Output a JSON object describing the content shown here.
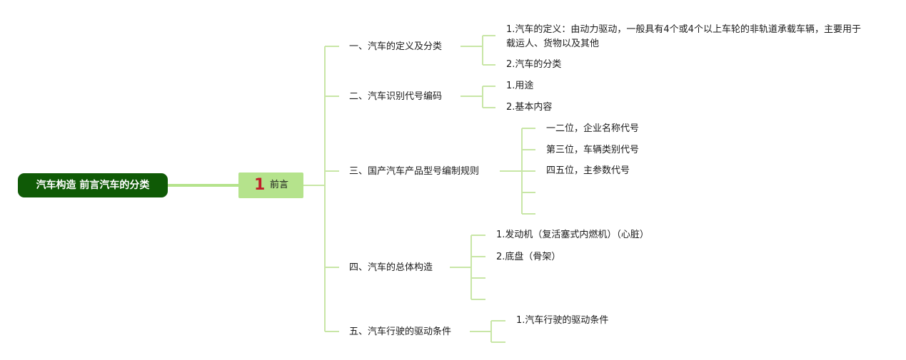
{
  "root": {
    "label": "汽车构造 前言汽车的分类"
  },
  "main": {
    "badge": "1",
    "label": "前言"
  },
  "sections": [
    {
      "label": "一、汽车的定义及分类",
      "items": [
        "1.汽车的定义：由动力驱动，一般具有4个或4个以上车轮的非轨道承载车辆，主要用于载运人、货物以及其他",
        "2.汽车的分类"
      ]
    },
    {
      "label": "二、汽车识别代号编码",
      "items": [
        "1.用途",
        "2.基本内容"
      ]
    },
    {
      "label": "三、国产汽车产品型号编制规则",
      "items": [
        "一二位，企业名称代号",
        "第三位，车辆类别代号",
        "四五位，主参数代号",
        "",
        ""
      ]
    },
    {
      "label": "四、汽车的总体构造",
      "items": [
        "1.发动机（复活塞式内燃机）（心脏）",
        "2.底盘（骨架）",
        "",
        ""
      ]
    },
    {
      "label": "五、汽车行驶的驱动条件",
      "items": [
        "1.汽车行驶的驱动条件",
        ""
      ]
    }
  ],
  "colors": {
    "root_bg": "#0f5a06",
    "node_bg": "#b5e38c",
    "line": "#c8e6a6",
    "badge": "#c0202a"
  }
}
